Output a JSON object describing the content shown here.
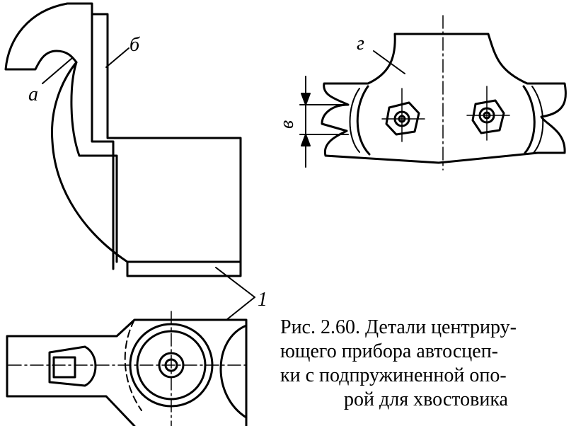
{
  "labels": {
    "a": "а",
    "b": "б",
    "v": "в",
    "g": "г",
    "one": "1"
  },
  "caption": {
    "line1": "Рис. 2.60. Детали центриру-",
    "line2": "ющего прибора автосцеп-",
    "line3": "ки с подпружиненной опо-",
    "line4": "рой для хвостовика"
  }
}
